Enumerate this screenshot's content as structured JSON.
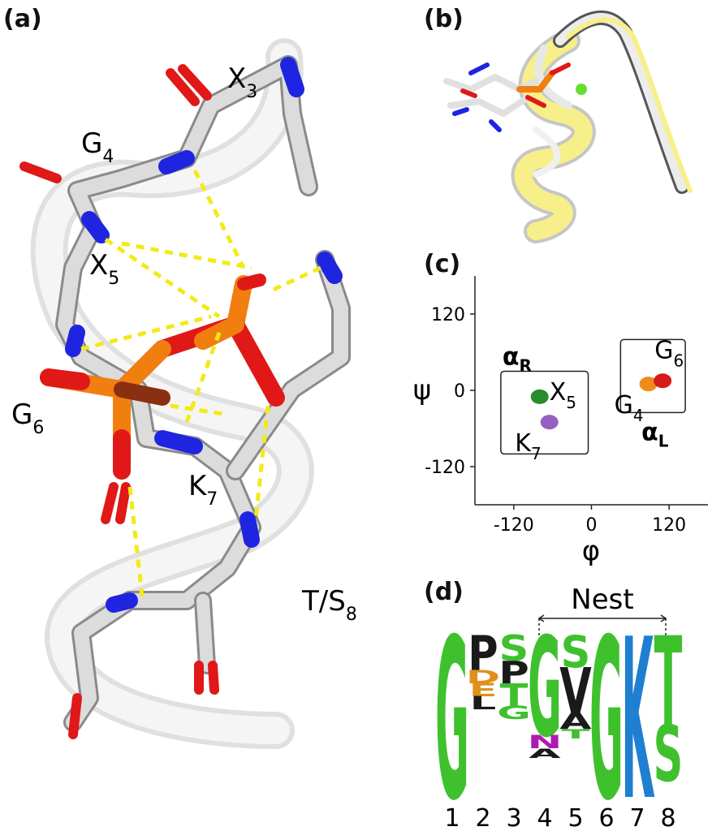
{
  "panels": {
    "a": {
      "label": "(a)",
      "residues": {
        "x3": {
          "base": "X",
          "sub": "3"
        },
        "g4": {
          "base": "G",
          "sub": "4"
        },
        "x5": {
          "base": "X",
          "sub": "5"
        },
        "g6": {
          "base": "G",
          "sub": "6"
        },
        "k7": {
          "base": "K",
          "sub": "7"
        },
        "ts8": {
          "base": "T/S",
          "sub": "8"
        }
      }
    },
    "b": {
      "label": "(b)"
    },
    "c": {
      "label": "(c)"
    },
    "d": {
      "label": "(d)",
      "bracket_label": "Nest"
    }
  },
  "colors": {
    "carbon": "#d9d9d9",
    "nitrogen": "#1f24e0",
    "oxygen": "#e01818",
    "phosphorus": "#f07f10",
    "hbond": "#f2ea1a",
    "helix_yellow": "#f7f08a",
    "logo_green": "#3fc12e",
    "logo_blue": "#1f7fd0",
    "logo_black": "#1a1a1a",
    "logo_orange": "#e0901a",
    "logo_purple": "#b01ab0",
    "ramachandran_green": "#2a8c2a",
    "ramachandran_purple": "#9560c0",
    "ramachandran_orange": "#f08a1a",
    "ramachandran_red": "#d81a1a"
  },
  "chart_data": {
    "type": "scatter",
    "title": "",
    "xlabel": "φ",
    "ylabel": "ψ",
    "xlim": [
      -180,
      180
    ],
    "ylim": [
      -180,
      180
    ],
    "xticks": [
      "-120",
      "0",
      "120"
    ],
    "yticks": [
      "120",
      "0",
      "-120"
    ],
    "regions": [
      {
        "label": "αR",
        "base": "α",
        "sub": "R"
      },
      {
        "label": "αL",
        "base": "α",
        "sub": "L"
      }
    ],
    "series": [
      {
        "name": "X5",
        "base": "X",
        "sub": "5",
        "color": "#2a8c2a",
        "x": -80,
        "y": -10
      },
      {
        "name": "K7",
        "base": "K",
        "sub": "7",
        "color": "#9560c0",
        "x": -65,
        "y": -50
      },
      {
        "name": "G4",
        "base": "G",
        "sub": "4",
        "color": "#f08a1a",
        "x": 88,
        "y": 10
      },
      {
        "name": "G6",
        "base": "G",
        "sub": "6",
        "color": "#d81a1a",
        "x": 110,
        "y": 15
      }
    ]
  },
  "logo": {
    "positions": [
      "1",
      "2",
      "3",
      "4",
      "5",
      "6",
      "7",
      "8"
    ],
    "columns": [
      {
        "letters": [
          "G"
        ]
      },
      {
        "letters": [
          "P",
          "D",
          "E",
          "L"
        ]
      },
      {
        "letters": [
          "S",
          "P",
          "T",
          "G"
        ]
      },
      {
        "letters": [
          "G",
          "N",
          "A"
        ]
      },
      {
        "letters": [
          "S",
          "V",
          "A",
          "T"
        ]
      },
      {
        "letters": [
          "G"
        ]
      },
      {
        "letters": [
          "K"
        ]
      },
      {
        "letters": [
          "T",
          "S"
        ]
      }
    ]
  }
}
